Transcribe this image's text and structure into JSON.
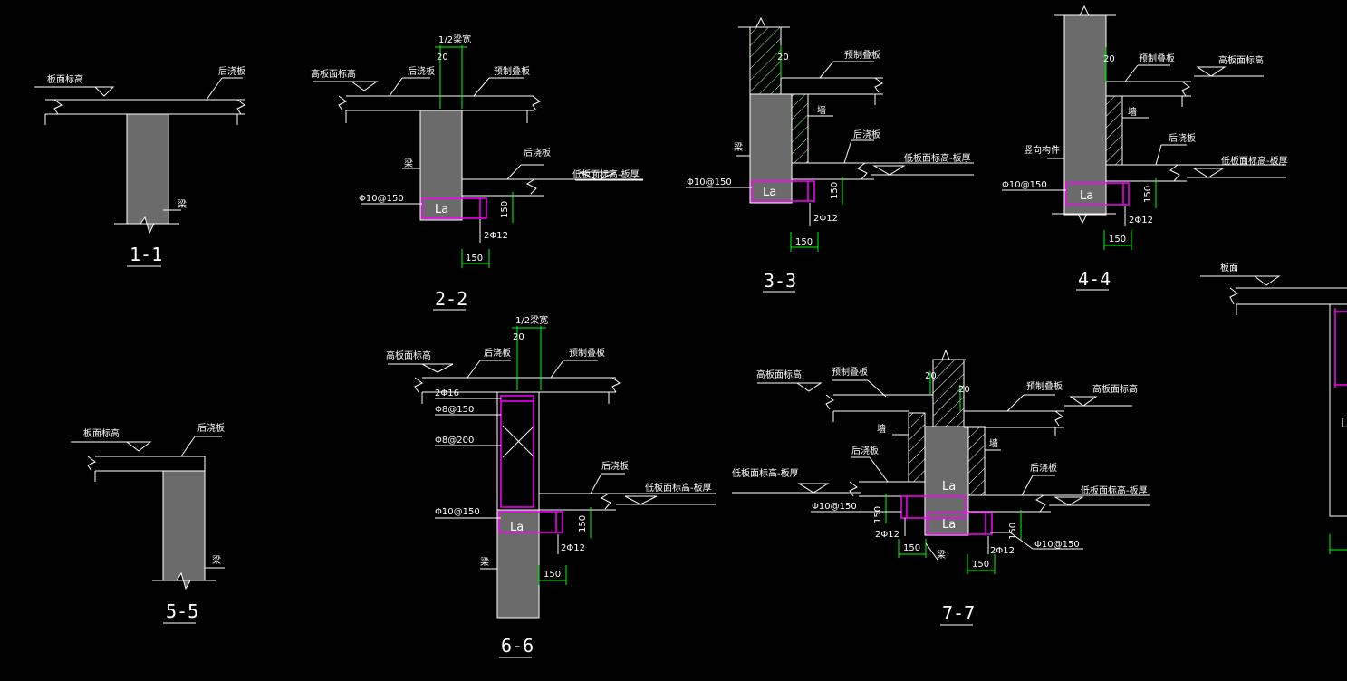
{
  "drawing": {
    "background": "#000000",
    "line_color": "#ffffff",
    "dimension_color": "#00ff00",
    "rebar_color": "#ff00ff",
    "concrete_fill": "#6b6b6b",
    "sections": [
      {
        "id": "1-1",
        "title": "1-1",
        "labels": {
          "slab_top": "板面标高",
          "post_pour": "后浇板",
          "beam": "梁"
        }
      },
      {
        "id": "2-2",
        "title": "2-2",
        "labels": {
          "half_beam": "1/2梁宽",
          "twenty": "20",
          "high_slab": "高板面标高",
          "post_pour": "后浇板",
          "precast": "预制叠板",
          "beam": "梁",
          "stirrup": "Φ10@150",
          "la": "La",
          "post_pour2": "后浇板",
          "low_slab": "低板面标高-板厚",
          "bars": "2Φ12",
          "dim150": "150",
          "dim150b": "150"
        }
      },
      {
        "id": "3-3",
        "title": "3-3",
        "labels": {
          "twenty": "20",
          "precast": "预制叠板",
          "ext_wall": "墙",
          "beam": "梁",
          "post_pour": "后浇板",
          "low_slab": "低板面标高-板厚",
          "stirrup": "Φ10@150",
          "la": "La",
          "bars": "2Φ12",
          "dim150": "150",
          "dim150b": "150"
        }
      },
      {
        "id": "4-4",
        "title": "4-4",
        "labels": {
          "twenty": "20",
          "precast": "预制叠板",
          "high_slab": "高板面标高",
          "ext_wall": "墙",
          "vertical": "竖向构件",
          "post_pour": "后浇板",
          "low_slab": "低板面标高-板厚",
          "stirrup": "Φ10@150",
          "la": "La",
          "bars": "2Φ12",
          "dim150": "150",
          "dim150b": "150"
        }
      },
      {
        "id": "5-5",
        "title": "5-5",
        "labels": {
          "slab_top": "板面标高",
          "post_pour": "后浇板",
          "beam": "梁"
        }
      },
      {
        "id": "6-6",
        "title": "6-6",
        "labels": {
          "half_beam": "1/2梁宽",
          "twenty": "20",
          "high_slab": "高板面标高",
          "post_pour": "后浇板",
          "precast": "预制叠板",
          "bars16": "2Φ16",
          "stirrup8_150": "Φ8@150",
          "stirrup8_200": "Φ8@200",
          "post_pour2": "后浇板",
          "low_slab": "低板面标高-板厚",
          "stirrup10": "Φ10@150",
          "la": "La",
          "bars12": "2Φ12",
          "beam": "梁",
          "dim150": "150",
          "dim150b": "150"
        }
      },
      {
        "id": "7-7",
        "title": "7-7",
        "labels": {
          "high_slab": "高板面标高",
          "precast": "预制叠板",
          "twenty_a": "20",
          "twenty_b": "20",
          "precast_r": "预制叠板",
          "high_slab_r": "高板面标高",
          "wall_l": "墙",
          "wall_r": "墙",
          "post_pour_l": "后浇板",
          "low_slab_l": "低板面标高-板厚",
          "la_top": "La",
          "post_pour_r": "后浇板",
          "low_slab_r": "低板面标高-板厚",
          "stirrup_l": "Φ10@150",
          "dim150_l": "150",
          "la_bot": "La",
          "dim150_r": "150",
          "bars_l": "2Φ12",
          "dim150_bl": "150",
          "beam": "梁",
          "bars_r": "2Φ12",
          "stirrup_r": "Φ10@150",
          "dim150_br": "150"
        }
      },
      {
        "id": "8-8",
        "title": "",
        "labels": {
          "slab": "板面",
          "la": "L"
        }
      }
    ]
  }
}
